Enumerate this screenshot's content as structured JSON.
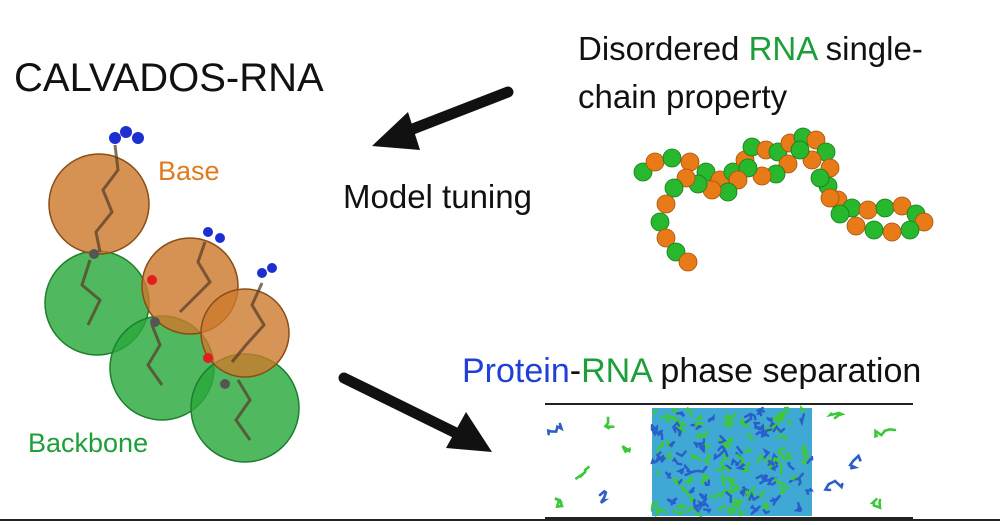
{
  "title": "CALVADOS-RNA",
  "single_chain": {
    "line1_prefix": "Disordered ",
    "line1_rna": "RNA",
    "line1_suffix": " single-",
    "line2": "chain property"
  },
  "model_tuning": "Model tuning",
  "phase_separation": {
    "protein": "Protein",
    "dash": "-",
    "rna": "RNA",
    "rest": " phase separation"
  },
  "model_labels": {
    "base": "Base",
    "backbone": "Backbone"
  },
  "colors": {
    "rna_green": "#1e9e3a",
    "protein_blue": "#1f3fd6",
    "base_orange": "#e07a1f",
    "bead_orange": "#e87a18",
    "bead_green": "#27b82d",
    "backbone_green": "#2aa83c",
    "arrow": "#111111"
  }
}
